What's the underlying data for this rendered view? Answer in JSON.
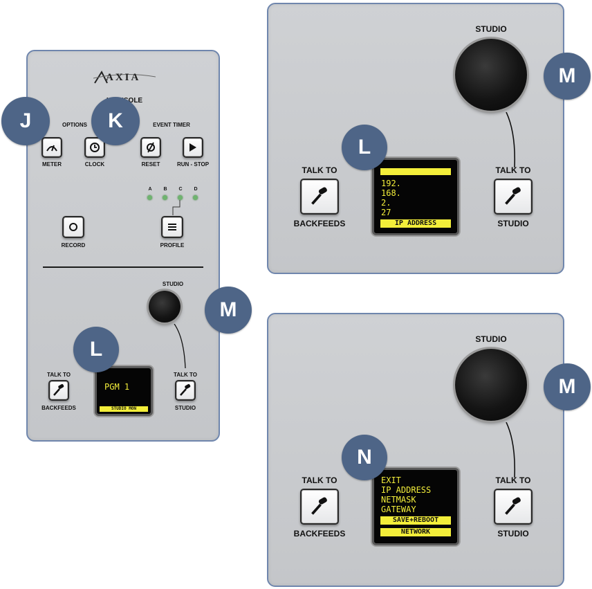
{
  "left_panel": {
    "logo": "AXIA",
    "title": "ICONSOLE",
    "options_label": "OPTIONS",
    "event_timer_label": "EVENT TIMER",
    "meter_label": "METER",
    "clock_label": "CLOCK",
    "reset_label": "RESET",
    "run_stop_label": "RUN - STOP",
    "led_labels": [
      "A",
      "B",
      "C",
      "D"
    ],
    "record_label": "RECORD",
    "profile_label": "PROFILE",
    "studio_label": "STUDIO",
    "talk_to_label": "TALK TO",
    "backfeeds_label": "BACKFEEDS",
    "studio_button_label": "STUDIO",
    "display_main": "PGM 1",
    "display_footer": "STUDIO MON"
  },
  "top_right_panel": {
    "studio_label": "STUDIO",
    "talk_to_label": "TALK TO",
    "backfeeds_label": "BACKFEEDS",
    "studio_button_label": "STUDIO",
    "display_lines": [
      "192.",
      "168.",
      "2.",
      "27"
    ],
    "display_footer": "IP ADDRESS"
  },
  "bottom_right_panel": {
    "studio_label": "STUDIO",
    "talk_to_label": "TALK TO",
    "backfeeds_label": "BACKFEEDS",
    "studio_button_label": "STUDIO",
    "menu_items": [
      "EXIT",
      "IP ADDRESS",
      "NETMASK",
      "GATEWAY"
    ],
    "menu_selected": "SAVE+REBOOT",
    "display_footer": "NETWORK"
  },
  "callouts": {
    "j": "J",
    "k": "K",
    "l": "L",
    "m": "M",
    "n": "N"
  },
  "colors": {
    "callout": "#4e6587",
    "panel_border": "#6f86ad",
    "oled_text": "#f3ee3a"
  }
}
